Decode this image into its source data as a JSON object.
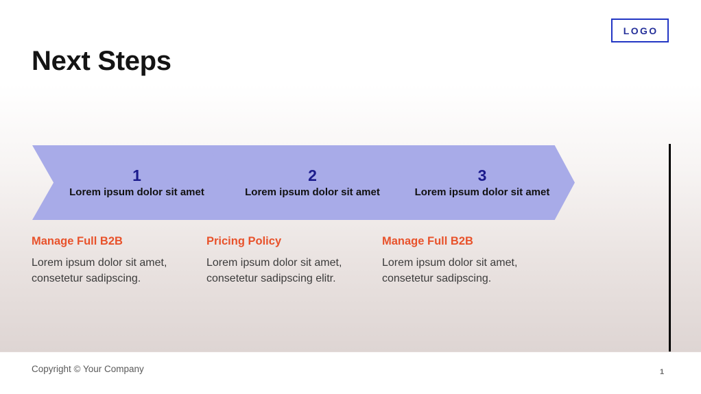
{
  "slide": {
    "title": "Next Steps",
    "logo_label": "LOGO",
    "accent_purple": "#a8abe8",
    "accent_navy": "#1b1b8c",
    "accent_orange": "#e8522b",
    "rule_color": "#000000"
  },
  "chevrons": [
    {
      "number": "1",
      "label": "Lorem ipsum dolor sit amet"
    },
    {
      "number": "2",
      "label": "Lorem ipsum dolor sit amet"
    },
    {
      "number": "3",
      "label": "Lorem ipsum dolor sit amet"
    }
  ],
  "details": [
    {
      "heading": "Manage Full B2B",
      "body": "Lorem ipsum dolor sit amet, consetetur sadipscing."
    },
    {
      "heading": "Pricing Policy",
      "body": "Lorem ipsum dolor sit amet, consetetur sadipscing elitr."
    },
    {
      "heading": "Manage Full B2B",
      "body": "Lorem ipsum dolor sit amet, consetetur sadipscing."
    }
  ],
  "footer": {
    "copyright": "Copyright © Your Company",
    "page_number": "1"
  }
}
